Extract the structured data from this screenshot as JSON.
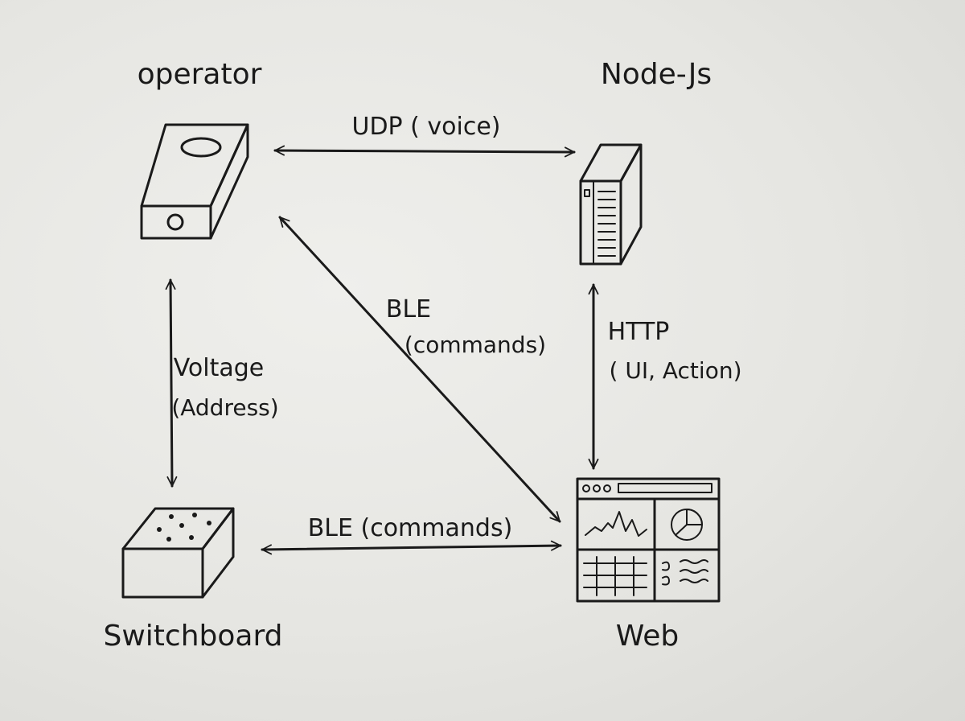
{
  "nodes": {
    "operator": {
      "label": "operator",
      "icon": "device-box-icon"
    },
    "nodejs": {
      "label": "Node-Js",
      "icon": "server-tower-icon"
    },
    "switchboard": {
      "label": "Switchboard",
      "icon": "switchboard-box-icon"
    },
    "web": {
      "label": "Web",
      "icon": "browser-dashboard-icon"
    }
  },
  "edges": {
    "udp": {
      "label": "UDP ( voice)"
    },
    "ble_diag": {
      "label": "BLE",
      "sub": "(commands)"
    },
    "voltage": {
      "label": "Voltage",
      "sub": "(Address)"
    },
    "http": {
      "label": "HTTP",
      "sub": "( UI, Action)"
    },
    "ble_bottom": {
      "label": "BLE (commands)"
    }
  },
  "colors": {
    "ink": "#1a1a1a",
    "paper": "#e8e8e4"
  }
}
